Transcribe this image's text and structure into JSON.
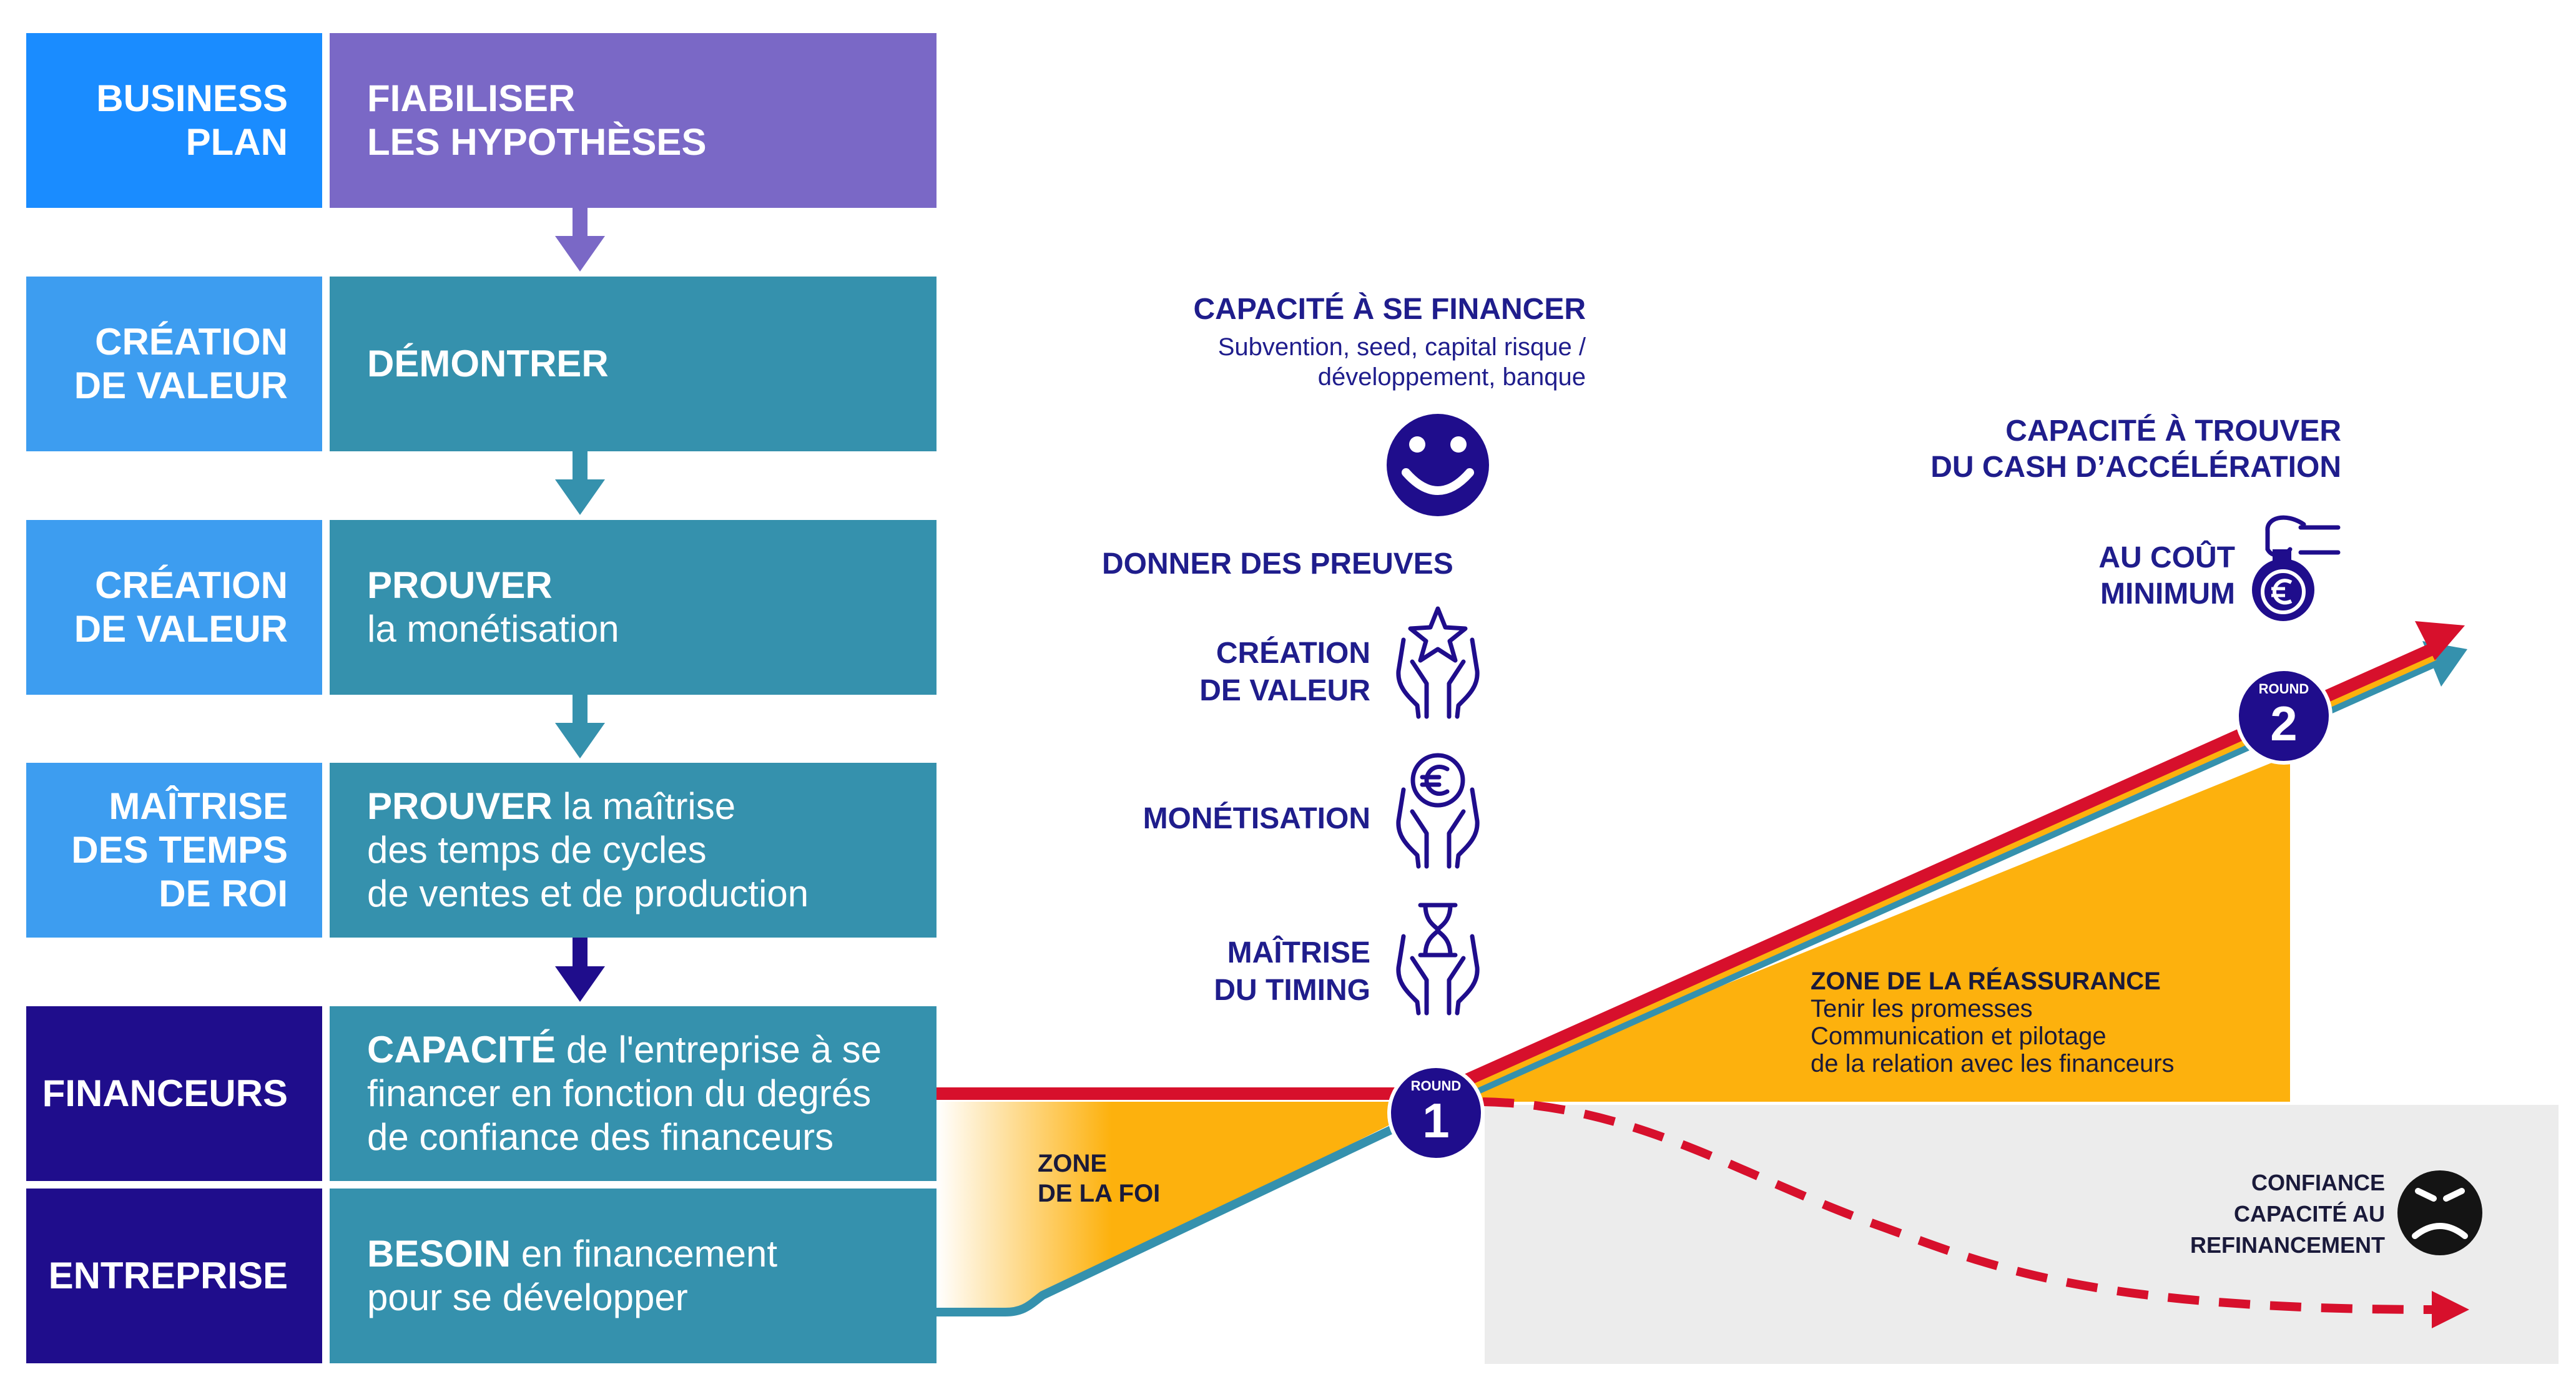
{
  "colors": {
    "blue": "#1a8cff",
    "light_blue": "#3d9df0",
    "purple": "#7a68c6",
    "teal": "#3591ad",
    "navy": "#1f0d8c",
    "red": "#d7102c",
    "orange": "#fdb10d",
    "grey": "#ececec"
  },
  "rows": [
    {
      "label": [
        "BUSINESS",
        "PLAN"
      ],
      "text": [
        "FIABILISER",
        "LES HYPOTHÈSES"
      ]
    },
    {
      "label": [
        "CRÉATION",
        "DE VALEUR"
      ],
      "text": [
        "DÉMONTRER"
      ]
    },
    {
      "label": [
        "CRÉATION",
        "DE VALEUR"
      ],
      "text_bold": "PROUVER",
      "text_reg": "la monétisation"
    },
    {
      "label": [
        "MAÎTRISE",
        "DES TEMPS",
        "DE ROI"
      ],
      "text_bold": "PROUVER",
      "text_reg1": " la maîtrise",
      "text_reg2": "des temps de cycles",
      "text_reg3": "de ventes et de production"
    },
    {
      "label": [
        "FINANCEURS"
      ],
      "text_bold": "CAPACITÉ",
      "text_reg1": " de l'entreprise à se",
      "text_reg2": "financer en fonction du degrés",
      "text_reg3": "de confiance des financeurs"
    },
    {
      "label": [
        "ENTREPRISE"
      ],
      "text_bold": "BESOIN",
      "text_reg1": " en financement",
      "text_reg2": "pour se développer"
    }
  ],
  "capacity": {
    "title": "CAPACITÉ À SE FINANCER",
    "sub1": "Subvention, seed, capital risque /",
    "sub2": "développement, banque"
  },
  "proofs": {
    "title": "DONNER DES PREUVES",
    "items": [
      {
        "line1": "CRÉATION",
        "line2": "DE VALEUR",
        "icon": "hands-star-icon"
      },
      {
        "line1": "MONÉTISATION",
        "line2": "",
        "icon": "hands-euro-icon"
      },
      {
        "line1": "MAÎTRISE",
        "line2": "DU TIMING",
        "icon": "hands-hourglass-icon"
      }
    ]
  },
  "cash": {
    "title1": "CAPACITÉ À TROUVER",
    "title2": "DU CASH D’ACCÉLÉRATION",
    "cost1": "AU COÛT",
    "cost2": "MINIMUM"
  },
  "rounds": [
    {
      "label": "ROUND",
      "number": "1"
    },
    {
      "label": "ROUND",
      "number": "2"
    }
  ],
  "zones": {
    "foi1": "ZONE",
    "foi2": "DE LA FOI",
    "reass_title": "ZONE DE LA RÉASSURANCE",
    "reass1": "Tenir les promesses",
    "reass2": "Communication et pilotage",
    "reass3": "de la relation avec les financeurs"
  },
  "confiance": {
    "line1": "CONFIANCE",
    "line2": "CAPACITÉ AU",
    "line3": "REFINANCEMENT"
  }
}
